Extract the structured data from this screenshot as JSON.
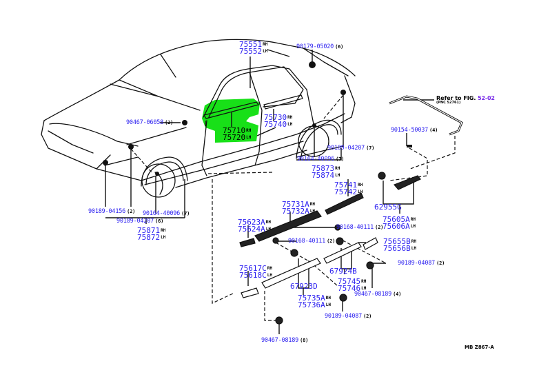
{
  "diagram": {
    "drawing_code": "MB Z867-A",
    "reference": {
      "text": "Refer to FIG.",
      "fig": "52-02",
      "sub": "(PNC 52761)"
    },
    "highlight_color": "#18e018",
    "label_color": "#2a1ef0",
    "callouts": [
      {
        "id": "c1",
        "parts": [
          {
            "no": "75551",
            "side": "RH"
          },
          {
            "no": "75552",
            "side": "LH"
          }
        ]
      },
      {
        "id": "c2",
        "parts": [
          {
            "no": "90179-05020",
            "side": ""
          }
        ],
        "qty": "(6)"
      },
      {
        "id": "c3",
        "parts": [
          {
            "no": "90467-06058",
            "side": ""
          }
        ],
        "qty": "(2)"
      },
      {
        "id": "c4",
        "parts": [
          {
            "no": "75710",
            "side": "RH"
          },
          {
            "no": "75720",
            "side": "LH"
          }
        ],
        "highlighted": true
      },
      {
        "id": "c5",
        "parts": [
          {
            "no": "75730",
            "side": "RH"
          },
          {
            "no": "75740",
            "side": "LH"
          }
        ]
      },
      {
        "id": "c6",
        "parts": [
          {
            "no": "90189-04207",
            "side": ""
          }
        ],
        "qty": "(7)"
      },
      {
        "id": "c7",
        "parts": [
          {
            "no": "90164-40096",
            "side": ""
          }
        ],
        "qty": "(7)"
      },
      {
        "id": "c8",
        "parts": [
          {
            "no": "75873",
            "side": "RH"
          },
          {
            "no": "75874",
            "side": "LH"
          }
        ]
      },
      {
        "id": "c9",
        "parts": [
          {
            "no": "90154-50037",
            "side": ""
          }
        ],
        "qty": "(4)"
      },
      {
        "id": "c10",
        "parts": [
          {
            "no": "75741",
            "side": "RH"
          },
          {
            "no": "75742",
            "side": "LH"
          }
        ]
      },
      {
        "id": "c11",
        "parts": [
          {
            "no": "62955G",
            "side": ""
          }
        ]
      },
      {
        "id": "c12",
        "parts": [
          {
            "no": "75605A",
            "side": "RH"
          },
          {
            "no": "75606A",
            "side": "LH"
          }
        ]
      },
      {
        "id": "c13",
        "parts": [
          {
            "no": "75731A",
            "side": "RH"
          },
          {
            "no": "75732A",
            "side": "LH"
          }
        ]
      },
      {
        "id": "c14",
        "parts": [
          {
            "no": "75623A",
            "side": "RH"
          },
          {
            "no": "75624A",
            "side": "LH"
          }
        ]
      },
      {
        "id": "c15",
        "parts": [
          {
            "no": "90168-40111",
            "side": ""
          }
        ],
        "qty": "(2)"
      },
      {
        "id": "c16",
        "parts": [
          {
            "no": "90168-40111",
            "side": ""
          }
        ],
        "qty": "(2)"
      },
      {
        "id": "c17",
        "parts": [
          {
            "no": "75655B",
            "side": "RH"
          },
          {
            "no": "75656B",
            "side": "LH"
          }
        ]
      },
      {
        "id": "c18",
        "parts": [
          {
            "no": "90189-04087",
            "side": ""
          }
        ],
        "qty": "(2)"
      },
      {
        "id": "c19",
        "parts": [
          {
            "no": "75617C",
            "side": "RH"
          },
          {
            "no": "75618C",
            "side": "LH"
          }
        ]
      },
      {
        "id": "c20",
        "parts": [
          {
            "no": "67924B",
            "side": ""
          }
        ]
      },
      {
        "id": "c21",
        "parts": [
          {
            "no": "75745",
            "side": "RH"
          },
          {
            "no": "75746",
            "side": "LH"
          }
        ]
      },
      {
        "id": "c22",
        "parts": [
          {
            "no": "90467-08189",
            "side": ""
          }
        ],
        "qty": "(4)"
      },
      {
        "id": "c23",
        "parts": [
          {
            "no": "67923D",
            "side": ""
          }
        ]
      },
      {
        "id": "c24",
        "parts": [
          {
            "no": "75735A",
            "side": "RH"
          },
          {
            "no": "75736A",
            "side": "LH"
          }
        ]
      },
      {
        "id": "c25",
        "parts": [
          {
            "no": "90189-04087",
            "side": ""
          }
        ],
        "qty": "(2)"
      },
      {
        "id": "c26",
        "parts": [
          {
            "no": "90467-08189",
            "side": ""
          }
        ],
        "qty": "(8)"
      },
      {
        "id": "c27",
        "parts": [
          {
            "no": "90189-04156",
            "side": ""
          }
        ],
        "qty": "(2)"
      },
      {
        "id": "c28",
        "parts": [
          {
            "no": "90164-40096",
            "side": ""
          }
        ],
        "qty": "(7)"
      },
      {
        "id": "c29",
        "parts": [
          {
            "no": "90189-04207",
            "side": ""
          }
        ],
        "qty": "(6)"
      },
      {
        "id": "c30",
        "parts": [
          {
            "no": "75871",
            "side": "RH"
          },
          {
            "no": "75872",
            "side": "LH"
          }
        ]
      }
    ]
  }
}
